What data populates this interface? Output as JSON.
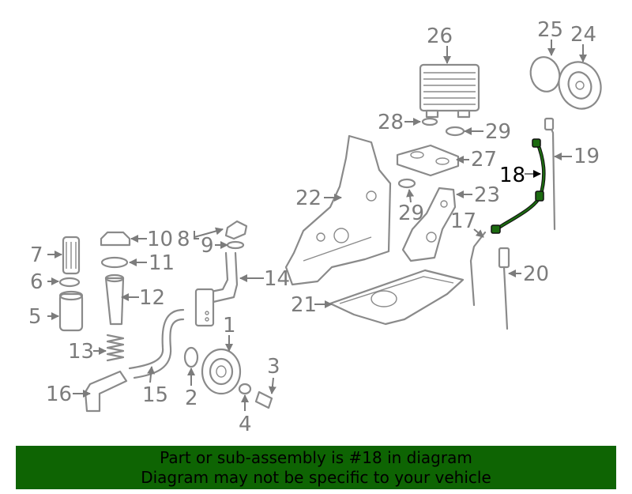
{
  "callouts": {
    "c1": "1",
    "c2": "2",
    "c3": "3",
    "c4": "4",
    "c5": "5",
    "c6": "6",
    "c7": "7",
    "c8": "8",
    "c9": "9",
    "c10": "10",
    "c11": "11",
    "c12": "12",
    "c13": "13",
    "c14": "14",
    "c15": "15",
    "c16": "16",
    "c17": "17",
    "c18": "18",
    "c19": "19",
    "c20": "20",
    "c21": "21",
    "c22": "22",
    "c23": "23",
    "c24": "24",
    "c25": "25",
    "c26": "26",
    "c27": "27",
    "c28": "28",
    "c29a": "29",
    "c29b": "29"
  },
  "highlighted_part": "18",
  "colors": {
    "highlight": "#1c6b10",
    "banner_bg": "#0e6403",
    "parts": "#8a8a8a"
  },
  "banner": {
    "line1": "Part or sub-assembly is #18 in diagram",
    "line2": "Diagram may not be specific to your vehicle"
  }
}
